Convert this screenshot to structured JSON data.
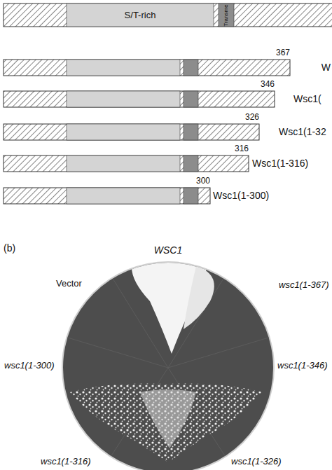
{
  "diagram": {
    "nodes": [
      {
        "text": [
          "S/T-rich",
          "Transme"
        ]
      }
    ],
    "labels": [
      "367",
      "W",
      "346",
      "Wsc1(",
      "326",
      "Wsc1(1-32",
      "316",
      "Wsc1(1-316)",
      "300",
      "Wsc1(1-300)",
      "(b)",
      "WSC1",
      "Vector",
      "wsc1(1-367)",
      "wsc1(1-300)",
      "wsc1(1-346)",
      "wsc1(1-316)",
      "wsc1(1-326)"
    ]
  }
}
